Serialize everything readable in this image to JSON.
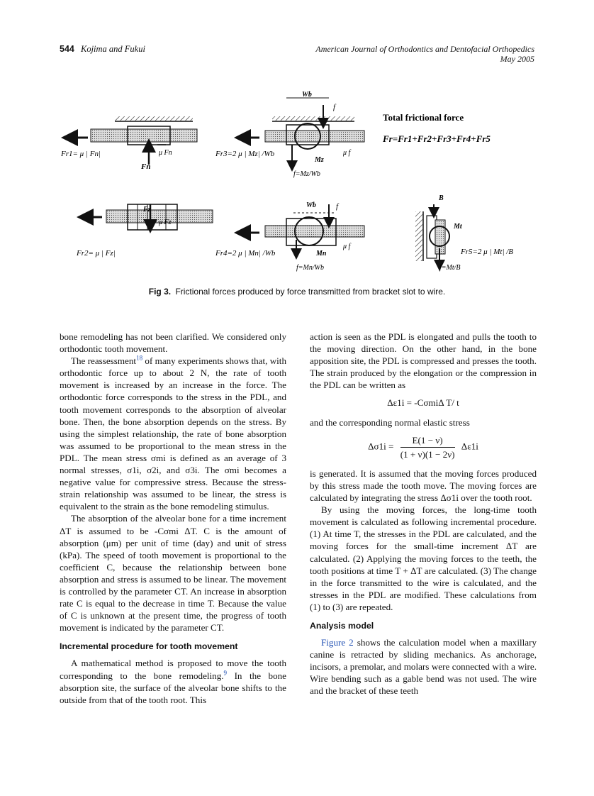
{
  "header": {
    "page_number": "544",
    "authors": "Kojima and Fukui",
    "journal": "American Journal of Orthodontics and Dentofacial Orthopedics",
    "issue_date": "May 2005"
  },
  "figure": {
    "labels": {
      "total_title": "Total frictional force",
      "total_eq": "Fr=Fr1+Fr2+Fr3+Fr4+Fr5",
      "fr1": "Fr1= μ | Fn|",
      "fr2": "Fr2= μ | Fz|",
      "fr3": "Fr3=2 μ | Mz| /Wb",
      "fr4": "Fr4=2 μ | Mn| /Wb",
      "fr5": "Fr5=2 μ | Mt| /B",
      "f3": "f=Mz/Wb",
      "f4": "f=Mn/Wb",
      "f5": "f=Mt/B",
      "fn": "Fn",
      "mufn": "μ Fn",
      "fz": "Fz",
      "mufz": "μ Fz",
      "wb": "Wb",
      "f": "f",
      "muf": "μ f",
      "mz": "Mz",
      "mn": "Mn",
      "mt": "Mt",
      "b": "B"
    },
    "caption_label": "Fig 3.",
    "caption_text": "Frictional forces produced by force transmitted from bracket slot to wire."
  },
  "left": {
    "p1": "bone remodeling has not been clarified. We considered only orthodontic tooth movement.",
    "p2a": "The reassessment",
    "p2ref": "18",
    "p2b": " of many experiments shows that, with orthodontic force up to about 2 N, the rate of tooth movement is increased by an increase in the force. The orthodontic force corresponds to the stress in the PDL, and tooth movement corresponds to the absorption of alveolar bone. Then, the bone absorption depends on the stress. By using the simplest relationship, the rate of bone absorption was assumed to be proportional to the mean stress in the PDL. The mean stress σmi is defined as an average of 3 normal stresses, σ1i, σ2i, and σ3i. The σmi becomes a negative value for compressive stress. Because the stress-strain relationship was assumed to be linear, the stress is equivalent to the strain as the bone remodeling stimulus.",
    "p3": "The absorption of the alveolar bone for a time increment ΔT is assumed to be -Cσmi ΔT. C is the amount of absorption (μm) per unit of time (day) and unit of stress (kPa). The speed of tooth movement is proportional to the coefficient C, because the relationship between bone absorption and stress is assumed to be linear. The movement is controlled by the parameter CT. An increase in absorption rate C is equal to the decrease in time T. Because the value of C is unknown at the present time, the progress of tooth movement is indicated by the parameter CT.",
    "sec1": "Incremental procedure for tooth movement",
    "p4a": "A mathematical method is proposed to move the tooth corresponding to the bone remodeling.",
    "p4ref": "9",
    "p4b": " In the bone absorption site, the surface of the alveolar bone shifts to the outside from that of the tooth root. This"
  },
  "right": {
    "p1": "action is seen as the PDL is elongated and pulls the tooth to the moving direction. On the other hand, in the bone apposition site, the PDL is compressed and presses the tooth. The strain produced by the elongation or the compression in the PDL can be written as",
    "eq1": "Δε1i = -CσmiΔ T/ t",
    "p2": "and the corresponding normal elastic stress",
    "eq2_lhs": "Δσ1i =",
    "eq2_num": "E(1 − ν)",
    "eq2_den": "(1 + ν)(1 − 2ν)",
    "eq2_rhs": "Δε1i",
    "p3": "is generated. It is assumed that the moving forces produced by this stress made the tooth move. The moving forces are calculated by integrating the stress Δσ1i over the tooth root.",
    "p4": "By using the moving forces, the long-time tooth movement is calculated as following incremental procedure. (1) At time T, the stresses in the PDL are calculated, and the moving forces for the small-time increment ΔT are calculated. (2) Applying the moving forces to the teeth, the tooth positions at time T + ΔT are calculated. (3) The change in the force transmitted to the wire is calculated, and the stresses in the PDL are modified. These calculations from (1) to (3) are repeated.",
    "sec2": "Analysis model",
    "p5ref": "Figure 2",
    "p5": " shows the calculation model when a maxillary canine is retracted by sliding mechanics. As anchorage, incisors, a premolar, and molars were connected with a wire. Wire bending such as a gable bend was not used. The wire and the bracket of these teeth"
  }
}
